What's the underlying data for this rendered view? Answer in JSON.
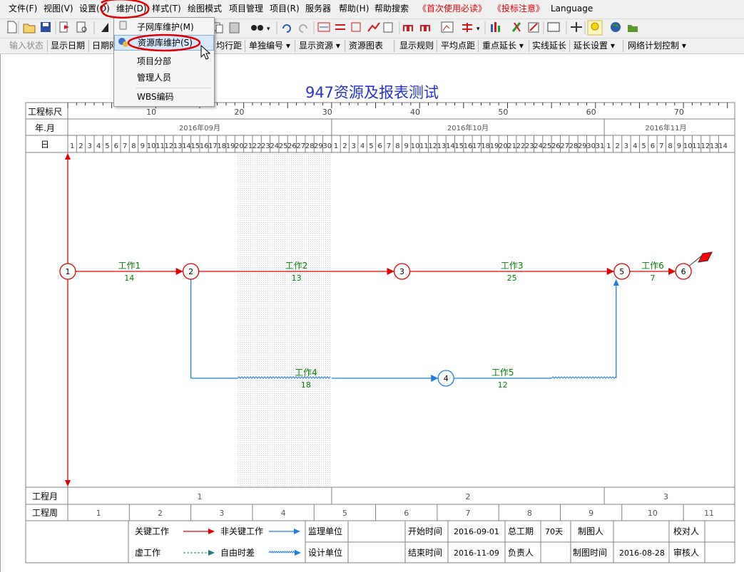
{
  "menubar": {
    "items": [
      {
        "label": "文件(F)",
        "color": "normal"
      },
      {
        "label": "视图(V)",
        "color": "normal"
      },
      {
        "label": "设置(O)",
        "color": "normal"
      },
      {
        "label": "维护(D)",
        "color": "normal"
      },
      {
        "label": "样式(T)",
        "color": "normal"
      },
      {
        "label": "绘图模式",
        "color": "normal"
      },
      {
        "label": "项目管理",
        "color": "normal"
      },
      {
        "label": "项目(R)",
        "color": "normal"
      },
      {
        "label": "服务器",
        "color": "normal"
      },
      {
        "label": "帮助(H)",
        "color": "normal"
      },
      {
        "label": "帮助搜索",
        "color": "normal"
      },
      {
        "label": "《首次使用必读》",
        "color": "red"
      },
      {
        "label": "《投标注意》",
        "color": "red"
      },
      {
        "label": "Language",
        "color": "normal"
      }
    ]
  },
  "toolbar2": {
    "buttons": [
      {
        "label": "输入状态",
        "state": "disabled"
      },
      {
        "label": "显示日期"
      },
      {
        "label": "日期网"
      },
      {
        "label": "均行距"
      },
      {
        "label": "单独编号 ▾"
      },
      {
        "label": "显示资源 ▾"
      },
      {
        "label": "资源图表"
      },
      {
        "label": "显示规则"
      },
      {
        "label": "平均点距"
      },
      {
        "label": "重点延长 ▾"
      },
      {
        "label": "实线延长"
      },
      {
        "label": "延长设置 ▾"
      },
      {
        "label": "网络计划控制 ▾"
      }
    ]
  },
  "dropdown": {
    "items": [
      {
        "label": "子网库维护(M)",
        "highlighted": false
      },
      {
        "label": "资源库维护(S)",
        "highlighted": true
      },
      {
        "label": "项目分部",
        "highlighted": false
      },
      {
        "label": "管理人员",
        "highlighted": false
      },
      {
        "label": "WBS编码",
        "highlighted": false
      }
    ]
  },
  "chart": {
    "title": "947资源及报表测试",
    "ruler_label": "工程标尺",
    "month_row_label": "年.月",
    "day_row_label": "日",
    "ruler_ticks": [
      "10",
      "20",
      "30",
      "40",
      "50",
      "60",
      "70"
    ],
    "months": [
      "2016年09月",
      "2016年10月",
      "2016年11月"
    ],
    "month_days": [
      30,
      31,
      14
    ],
    "project_month_label": "工程月",
    "project_months": [
      "1",
      "2",
      "3"
    ],
    "project_week_label": "工程周",
    "project_weeks": [
      "1",
      "2",
      "3",
      "4",
      "5",
      "6",
      "7",
      "8",
      "9",
      "10",
      "11"
    ],
    "nodes": [
      {
        "id": "1",
        "day": 0,
        "row": "main",
        "color": "red"
      },
      {
        "id": "2",
        "day": 14,
        "row": "main",
        "color": "red"
      },
      {
        "id": "3",
        "day": 38,
        "row": "main",
        "color": "red"
      },
      {
        "id": "4",
        "day": 43,
        "row": "lower",
        "color": "blue"
      },
      {
        "id": "5",
        "day": 63,
        "row": "main",
        "color": "red"
      },
      {
        "id": "6",
        "day": 70,
        "row": "main",
        "color": "red"
      }
    ],
    "activities": [
      {
        "name": "工作1",
        "duration": "14",
        "from": "1",
        "to": "2",
        "critical": true
      },
      {
        "name": "工作2",
        "duration": "13",
        "from": "2",
        "to": "3",
        "critical": true
      },
      {
        "name": "工作3",
        "duration": "25",
        "from": "3",
        "to": "5",
        "critical": true
      },
      {
        "name": "工作6",
        "duration": "7",
        "from": "5",
        "to": "6",
        "critical": true
      },
      {
        "name": "工作4",
        "duration": "18",
        "from": "2",
        "to": "4",
        "critical": false
      },
      {
        "name": "工作5",
        "duration": "12",
        "from": "4",
        "to": "5",
        "critical": false
      }
    ]
  },
  "legend": {
    "critical_work": "关键工作",
    "noncritical_work": "非关键工作",
    "dummy_work": "虚工作",
    "free_float": "自由时差",
    "supervision_unit": "监理单位",
    "design_unit": "设计单位",
    "start_time_label": "开始时间",
    "start_time": "2016-09-01",
    "end_time_label": "结束时间",
    "end_time": "2016-11-09",
    "total_duration_label": "总工期",
    "total_duration": "70天",
    "owner_label": "负责人",
    "drawer_label": "制图人",
    "draw_time_label": "制图时间",
    "draw_time": "2016-08-28",
    "checker_label": "校对人",
    "reviewer_label": "审核人"
  },
  "colors": {
    "critical": "#e00000",
    "noncritical": "#1a7fe0",
    "label_green": "#008000",
    "grid": "#808080",
    "title_blue": "#2433d0"
  }
}
